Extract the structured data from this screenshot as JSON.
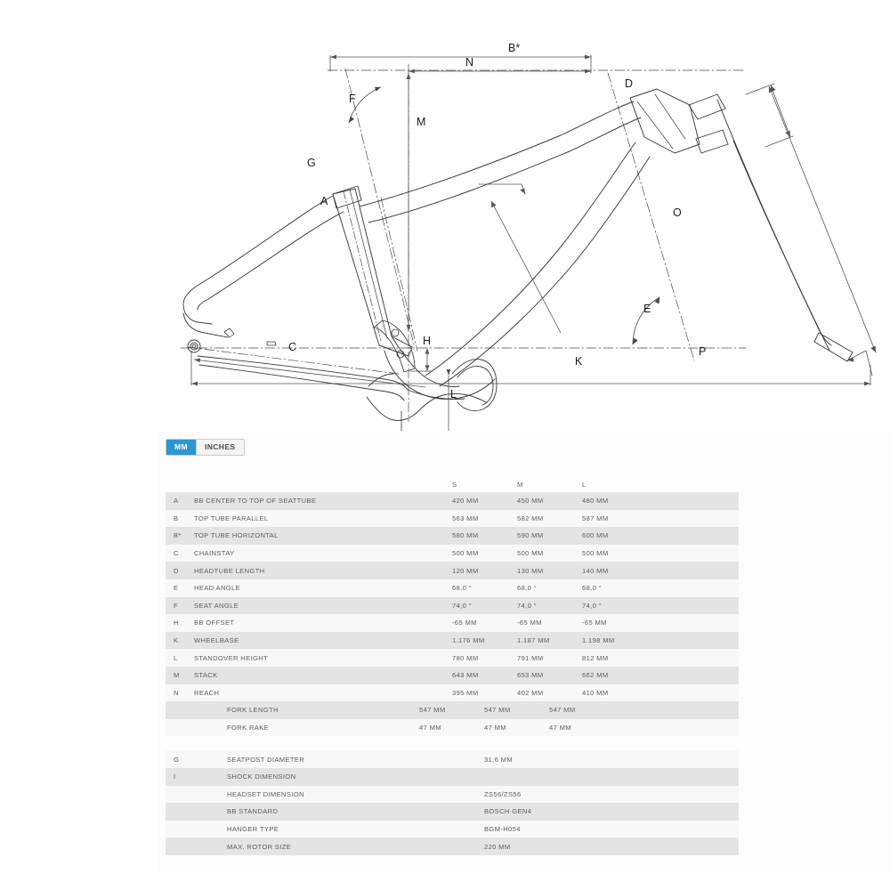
{
  "units": {
    "options": [
      {
        "label": "MM",
        "active": true
      },
      {
        "label": "INCHES",
        "active": false
      }
    ]
  },
  "diagram": {
    "type": "bike-frame-geometry-drawing",
    "labels": [
      {
        "id": "B*",
        "text": "B*"
      },
      {
        "id": "N",
        "text": "N"
      },
      {
        "id": "F",
        "text": "F"
      },
      {
        "id": "M",
        "text": "M"
      },
      {
        "id": "D",
        "text": "D"
      },
      {
        "id": "G",
        "text": "G"
      },
      {
        "id": "A",
        "text": "A"
      },
      {
        "id": "O",
        "text": "O"
      },
      {
        "id": "E",
        "text": "E"
      },
      {
        "id": "C",
        "text": "C"
      },
      {
        "id": "H",
        "text": "H"
      },
      {
        "id": "K",
        "text": "K"
      },
      {
        "id": "L",
        "text": "L"
      },
      {
        "id": "P",
        "text": "P"
      }
    ]
  },
  "table": {
    "size_headers": {
      "code": "",
      "name": "",
      "s": "S",
      "m": "M",
      "l": "L"
    },
    "rows": [
      {
        "code": "A",
        "name": "BB CENTER TO TOP OF SEATTUBE",
        "s": "420 MM",
        "m": "450 MM",
        "l": "480 MM"
      },
      {
        "code": "B",
        "name": "TOP TUBE PARALLEL",
        "s": "563 MM",
        "m": "582 MM",
        "l": "587 MM"
      },
      {
        "code": "B*",
        "name": "TOP TUBE HORIZONTAL",
        "s": "580 MM",
        "m": "590 MM",
        "l": "600 MM"
      },
      {
        "code": "C",
        "name": "CHAINSTAY",
        "s": "500 MM",
        "m": "500 MM",
        "l": "500 MM"
      },
      {
        "code": "D",
        "name": "HEADTUBE LENGTH",
        "s": "120 MM",
        "m": "130 MM",
        "l": "140 MM"
      },
      {
        "code": "E",
        "name": "HEAD ANGLE",
        "s": "68,0 °",
        "m": "68,0 °",
        "l": "68,0 °"
      },
      {
        "code": "F",
        "name": "SEAT ANGLE",
        "s": "74,0 °",
        "m": "74,0 °",
        "l": "74,0 °"
      },
      {
        "code": "H",
        "name": "BB OFFSET",
        "s": "-65 MM",
        "m": "-65 MM",
        "l": "-65 MM"
      },
      {
        "code": "K",
        "name": "WHEELBASE",
        "s": "1.176 MM",
        "m": "1.187 MM",
        "l": "1.198 MM"
      },
      {
        "code": "L",
        "name": "STANDOVER HEIGHT",
        "s": "780 MM",
        "m": "791 MM",
        "l": "812 MM"
      },
      {
        "code": "M",
        "name": "STACK",
        "s": "643 MM",
        "m": "653 MM",
        "l": "662 MM"
      },
      {
        "code": "N",
        "name": "REACH",
        "s": "395 MM",
        "m": "402 MM",
        "l": "410 MM"
      },
      {
        "code": "",
        "name": "FORK LENGTH",
        "s": "547 MM",
        "m": "547 MM",
        "l": "547 MM"
      },
      {
        "code": "",
        "name": "FORK RAKE",
        "s": "47 MM",
        "m": "47 MM",
        "l": "47 MM"
      }
    ],
    "spec_rows": [
      {
        "code": "G",
        "name": "SEATPOST DIAMETER",
        "value": "31,6 MM"
      },
      {
        "code": "I",
        "name": "SHOCK DIMENSION",
        "value": ""
      },
      {
        "code": "",
        "name": "HEADSET DIMENSION",
        "value": "ZS56/ZS56"
      },
      {
        "code": "",
        "name": "BB STANDARD",
        "value": "BOSCH GEN4"
      },
      {
        "code": "",
        "name": "HANGER TYPE",
        "value": "BGM-H054"
      },
      {
        "code": "",
        "name": "MAX. ROTOR SIZE",
        "value": "220 MM"
      }
    ]
  },
  "colors": {
    "accent": "#2b96d4",
    "row_odd": "#e4e4e4",
    "row_even": "#f8f8f8",
    "text": "#5d5d5d",
    "line": "#3a3a3a"
  }
}
